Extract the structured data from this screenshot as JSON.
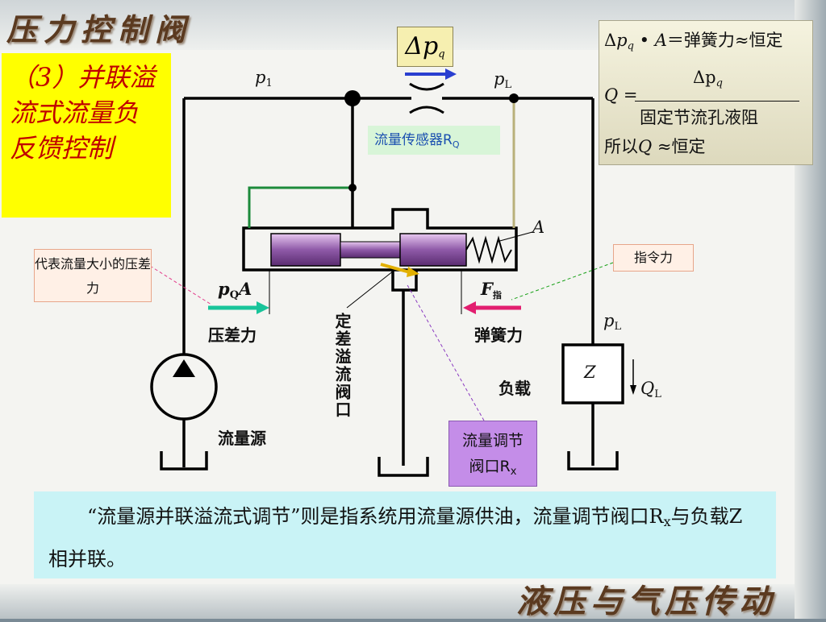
{
  "header": {
    "title": "压力控制阀"
  },
  "footer": {
    "title": "液压与气压传动"
  },
  "section": {
    "heading": "（3）并联溢流式流量负反馈控制"
  },
  "formula": {
    "line1_tail": "＝弹簧力≈恒定",
    "line2_num": "Δp",
    "line2_den": "固定节流孔液阻",
    "line3_prefix": "所以",
    "line3_tail": "≈恒定"
  },
  "diagram": {
    "dp_label": "Δp",
    "dp_sub": "q",
    "sensor_label": "流量传感器R",
    "sensor_sub": "Q",
    "p1_label": "p",
    "p1_sub": "1",
    "pL_top_label": "p",
    "pL_top_sub": "L",
    "A_label": "A",
    "pQA_label": "p",
    "pQA_sub": "Q",
    "pQA_A": "A",
    "pressure_force": "压差力",
    "F_label": "F",
    "F_sub": "指",
    "spring_force": "弹簧力",
    "relief_valve": "定差溢流阀口",
    "flow_source": "流量源",
    "load": "负载",
    "pL_right_label": "p",
    "pL_right_sub": "L",
    "Z_label": "Z",
    "QL_label": "Q",
    "QL_sub": "L"
  },
  "callouts": {
    "pressure_diff": "代表流量大小的压差力",
    "command_force": "指令力",
    "valve_line1": "流量调节",
    "valve_line2": "阀口R",
    "valve_sub": "x"
  },
  "bottom": {
    "text_part1": "“流量源并联溢流式调节”则是指系统用流量源供油，流量调节阀口R",
    "text_sub": "x",
    "text_part2": "与负载Z相并联。"
  },
  "colors": {
    "title": "#5b3a20",
    "section_bg": "#ffff00",
    "section_text": "#c00000",
    "sensor_text": "#1a4fb0",
    "bottom_bg": "#c9f3f6",
    "valve_bg": "#c48de8"
  }
}
